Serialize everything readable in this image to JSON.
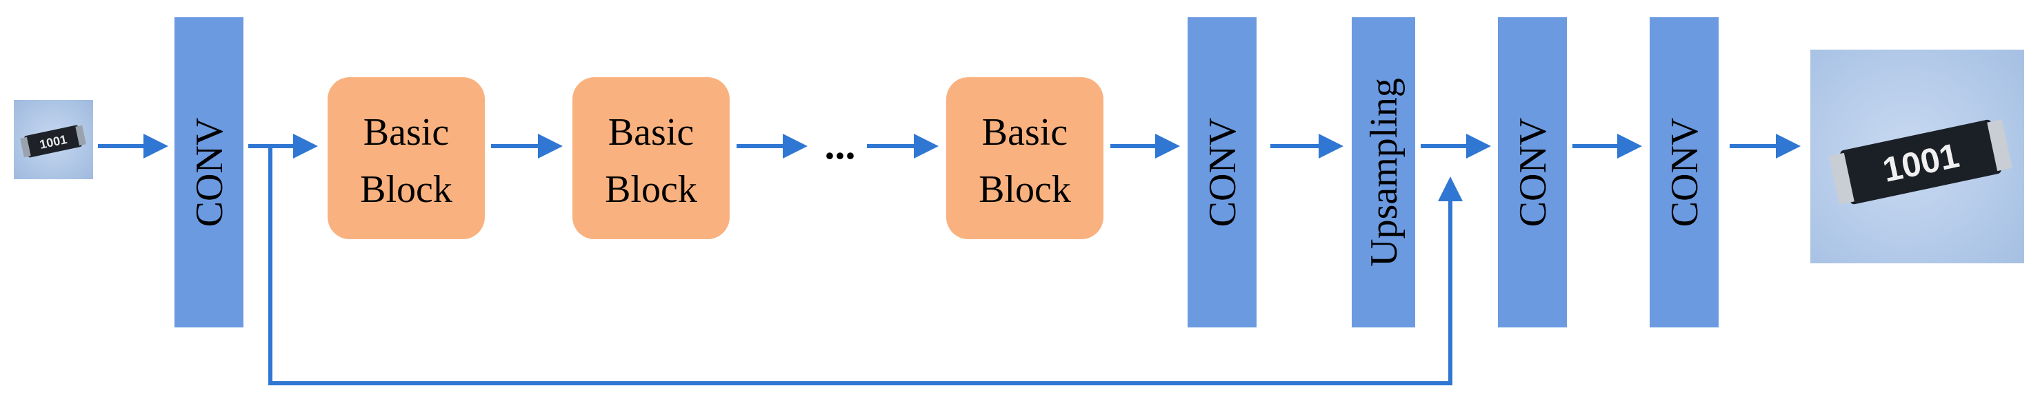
{
  "layers": {
    "conv1": "CONV",
    "block1": [
      "Basic",
      "Block"
    ],
    "block2": [
      "Basic",
      "Block"
    ],
    "ellipsis": "...",
    "block3": [
      "Basic",
      "Block"
    ],
    "conv2": "CONV",
    "upsampling": "Upsampling",
    "conv3": "CONV",
    "conv4": "CONV"
  },
  "colors": {
    "conv": "#6b9ae0",
    "block": "#f9b27f",
    "arrow": "#2f77d2"
  },
  "images": {
    "input": "low-resolution resistor image",
    "output": "super-resolved resistor image",
    "input_marking": "1001",
    "output_marking": "1001"
  }
}
